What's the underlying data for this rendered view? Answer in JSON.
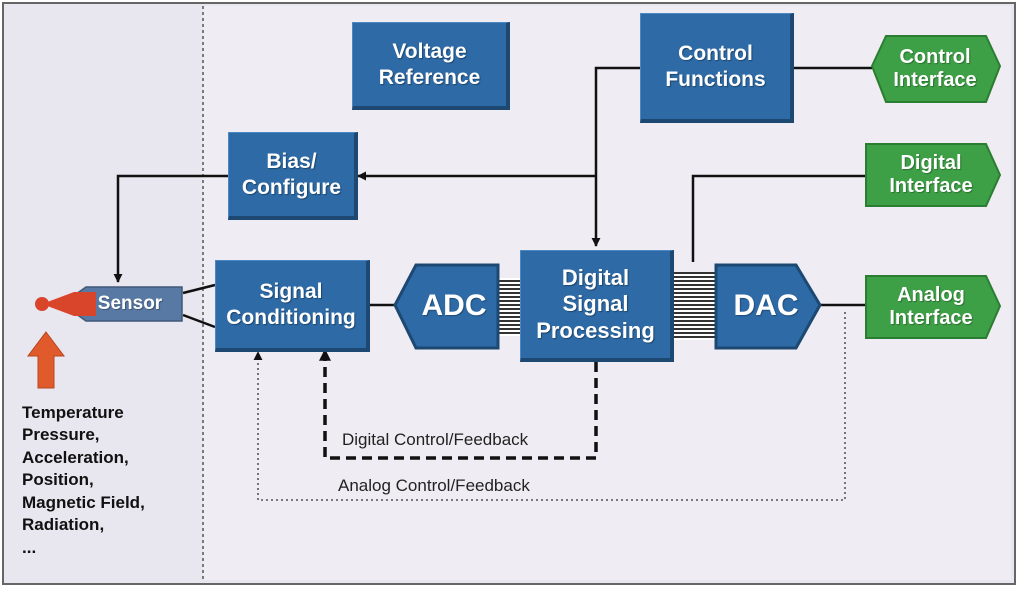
{
  "blocks": {
    "voltage_reference": [
      "Voltage",
      "Reference"
    ],
    "control_functions": [
      "Control",
      "Functions"
    ],
    "bias_configure": [
      "Bias/",
      "Configure"
    ],
    "signal_conditioning": [
      "Signal",
      "Conditioning"
    ],
    "adc": "ADC",
    "dsp": [
      "Digital",
      "Signal",
      "Processing"
    ],
    "dac": "DAC"
  },
  "sensor": {
    "label": "Sensor"
  },
  "interfaces": {
    "control": [
      "Control",
      "Interface"
    ],
    "digital": [
      "Digital",
      "Interface"
    ],
    "analog": [
      "Analog",
      "Interface"
    ]
  },
  "feedback": {
    "digital": "Digital Control/Feedback",
    "analog": "Analog Control/Feedback"
  },
  "stimuli": [
    "Temperature",
    "Pressure,",
    "Acceleration,",
    "Position,",
    "Magnetic Field,",
    "Radiation,",
    "..."
  ],
  "colors": {
    "block": "#2d6aa6",
    "interface": "#3ea046",
    "sensor": "#d9452a",
    "arrow": "#e05a2c"
  }
}
